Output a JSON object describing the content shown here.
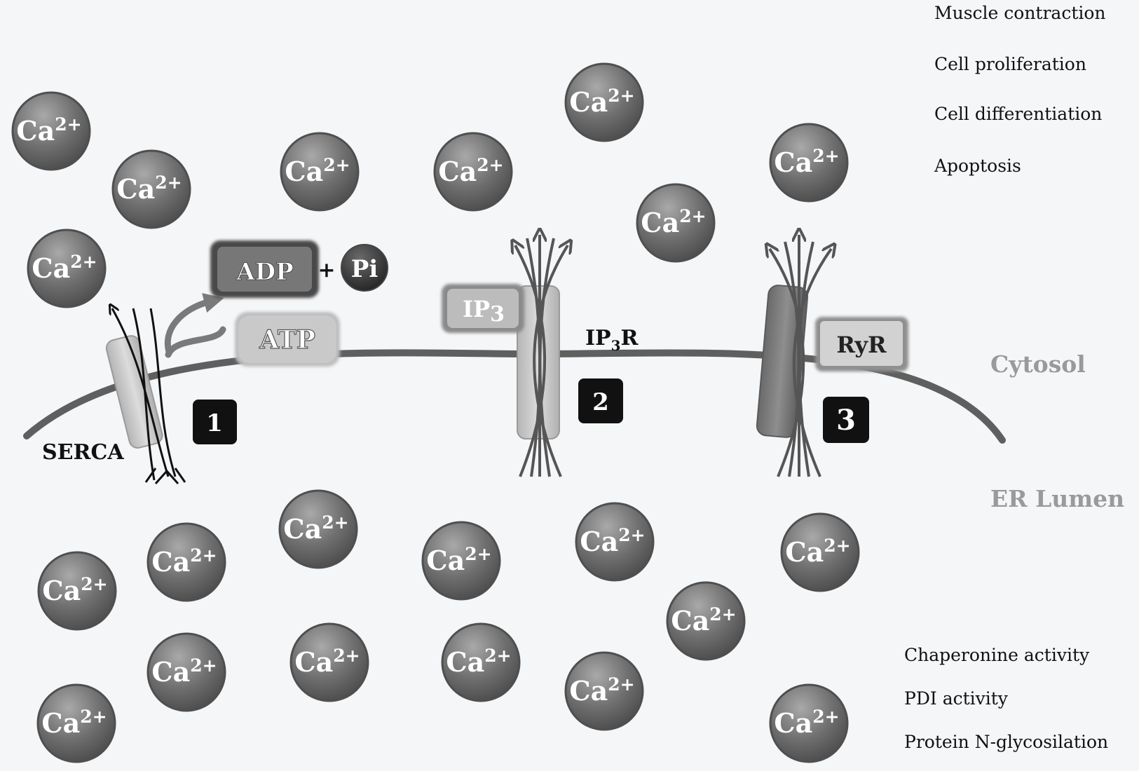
{
  "colors": {
    "background": "#f4f6f8",
    "ion_fill": "#6f6f6f",
    "ion_highlight": "#a9a9a9",
    "membrane": "#5f5f5f",
    "channel_light": "#cfcfcf",
    "channel_dark": "#7a7a7a",
    "badge": "#111111"
  },
  "ion": {
    "symbol": "Ca",
    "charge": "2+"
  },
  "pumps": {
    "serca": {
      "label": "SERCA",
      "badge": "1"
    },
    "ip3r": {
      "label_main": "IP",
      "label_sub": "3",
      "label_tail": "R",
      "badge": "2",
      "ligand_main": "IP",
      "ligand_sub": "3"
    },
    "ryr": {
      "label": "RyR",
      "badge": "3"
    }
  },
  "reaction": {
    "atp": "ATP",
    "adp": "ADP",
    "plus": "+",
    "pi": "Pi"
  },
  "regions": {
    "cytosol": "Cytosol",
    "er_lumen": "ER Lumen"
  },
  "cytosol_functions": [
    "Muscle contraction",
    "Cell proliferation",
    "Cell differentiation",
    "Apoptosis"
  ],
  "lumen_functions": [
    "Chaperonine activity",
    "PDI activity",
    "Protein N-glycosilation"
  ]
}
